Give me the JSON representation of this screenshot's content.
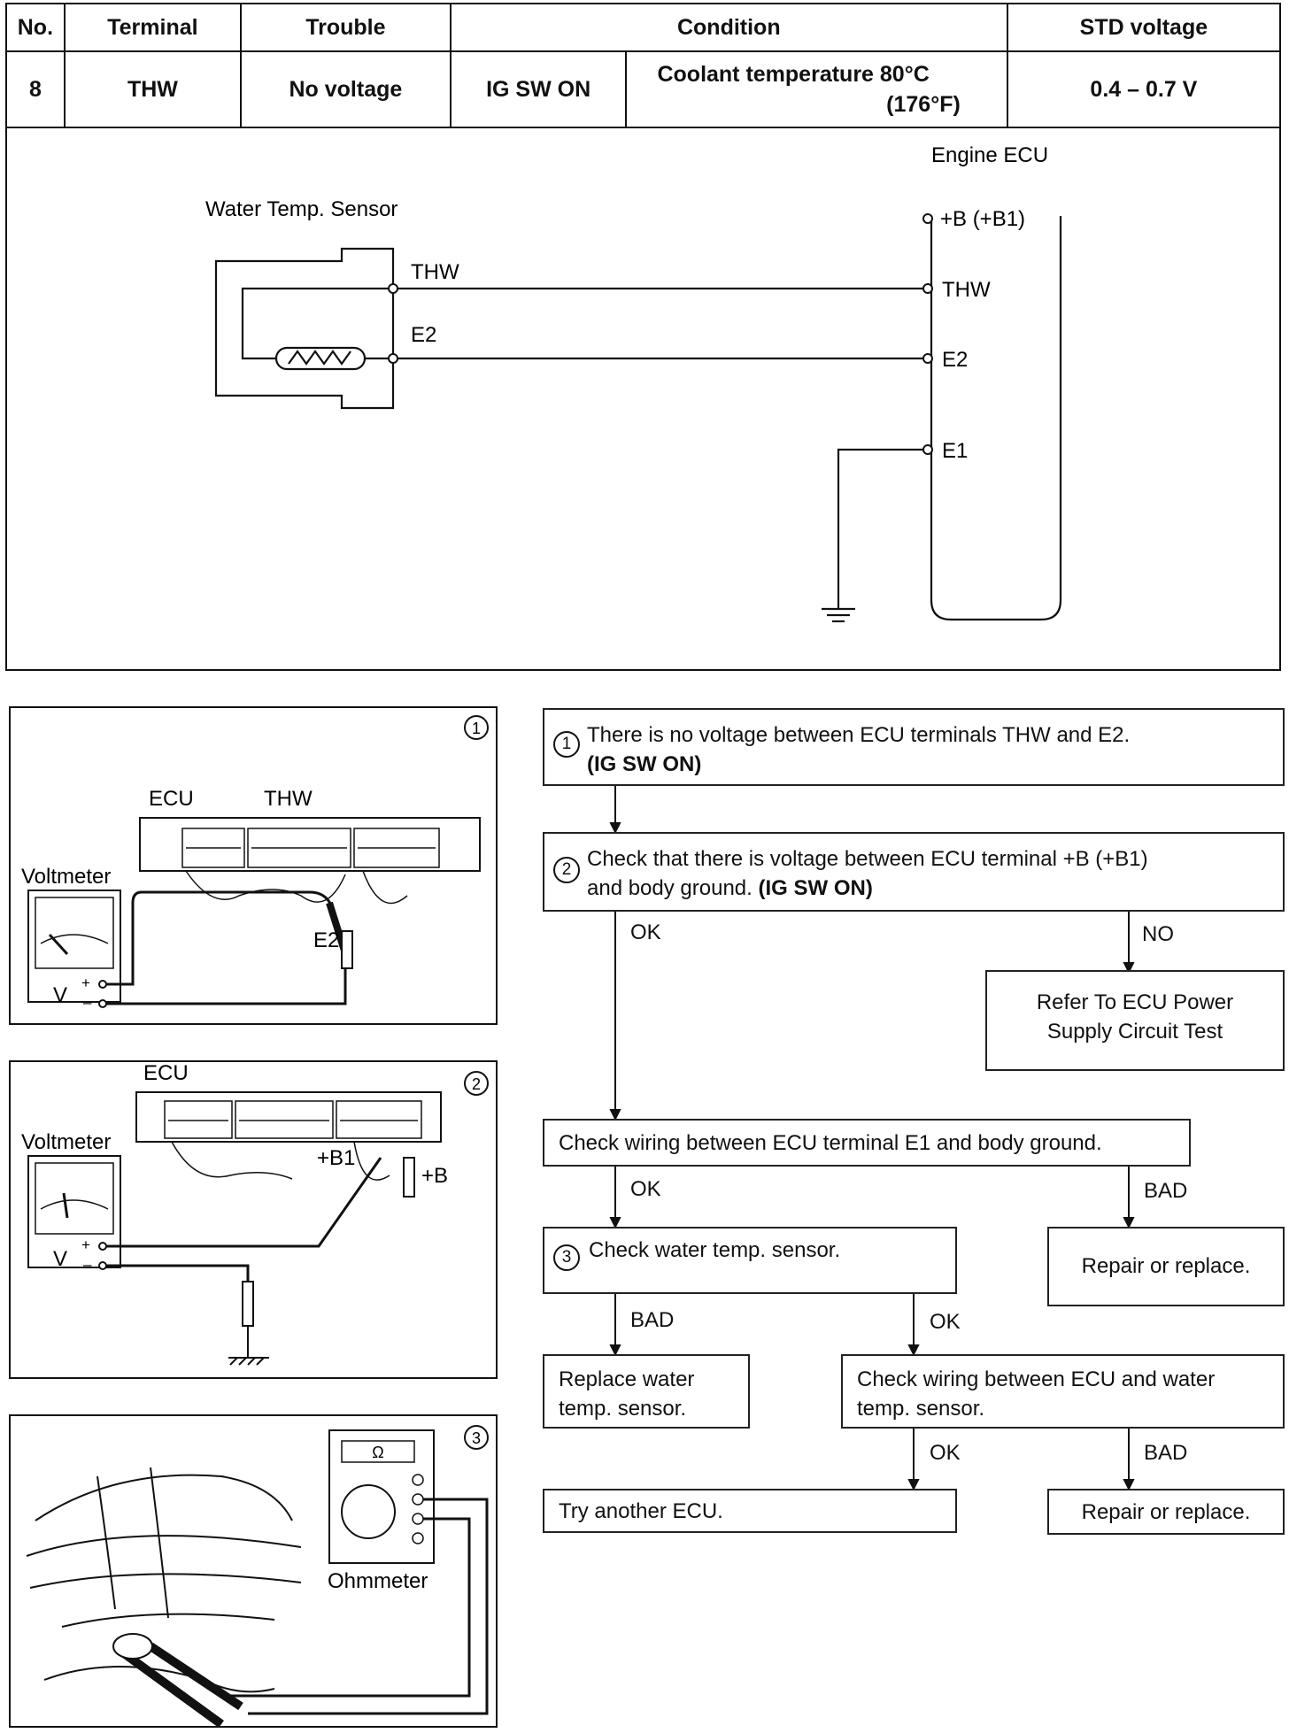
{
  "spec_table": {
    "headers": {
      "no": "No.",
      "terminal": "Terminal",
      "trouble": "Trouble",
      "condition": "Condition",
      "std_voltage": "STD voltage"
    },
    "row": {
      "no": "8",
      "terminal": "THW",
      "trouble": "No voltage",
      "switch": "IG SW ON",
      "coolant_line1": "Coolant temperature 80°C",
      "coolant_line2": "(176°F)",
      "std_voltage": "0.4 – 0.7 V"
    }
  },
  "schematic": {
    "ecu_title": "Engine ECU",
    "sensor_title": "Water Temp. Sensor",
    "sensor_pins": [
      "THW",
      "E2"
    ],
    "ecu_pins": [
      "+B (+B1)",
      "THW",
      "E2",
      "E1"
    ]
  },
  "figures": {
    "fig1": {
      "number": "1",
      "ecu": "ECU",
      "thw": "THW",
      "voltmeter": "Voltmeter",
      "e2": "E2",
      "v": "V",
      "plus": "+",
      "minus": "–"
    },
    "fig2": {
      "number": "2",
      "ecu": "ECU",
      "voltmeter": "Voltmeter",
      "b1": "+B1",
      "b": "+B",
      "v": "V",
      "plus": "+",
      "minus": "–"
    },
    "fig3": {
      "number": "3",
      "ohmmeter": "Ohmmeter",
      "omega": "Ω"
    }
  },
  "flow": {
    "step1_num": "1",
    "step1_line1": "There is no voltage between ECU terminals THW and E2.",
    "step1_line2": "(IG SW ON)",
    "step2_num": "2",
    "step2_line1": "Check that there is voltage between ECU terminal +B (+B1)",
    "step2_line2a": "and body ground. ",
    "step2_line2b": "(IG SW ON)",
    "ok1": "OK",
    "no1": "NO",
    "power_line1": "Refer To ECU Power",
    "power_line2": "Supply Circuit Test",
    "wiring_e1": "Check wiring between ECU terminal E1 and body ground.",
    "ok2": "OK",
    "bad1": "BAD",
    "step3_num": "3",
    "step3": "Check water temp. sensor.",
    "repair1": "Repair or replace.",
    "bad2": "BAD",
    "ok3": "OK",
    "replace_line1": "Replace water",
    "replace_line2": "temp. sensor.",
    "wiring_sensor_line1": "Check wiring between ECU and water",
    "wiring_sensor_line2": "temp. sensor.",
    "ok4": "OK",
    "bad3": "BAD",
    "try_ecu": "Try another ECU.",
    "repair2": "Repair or replace."
  }
}
